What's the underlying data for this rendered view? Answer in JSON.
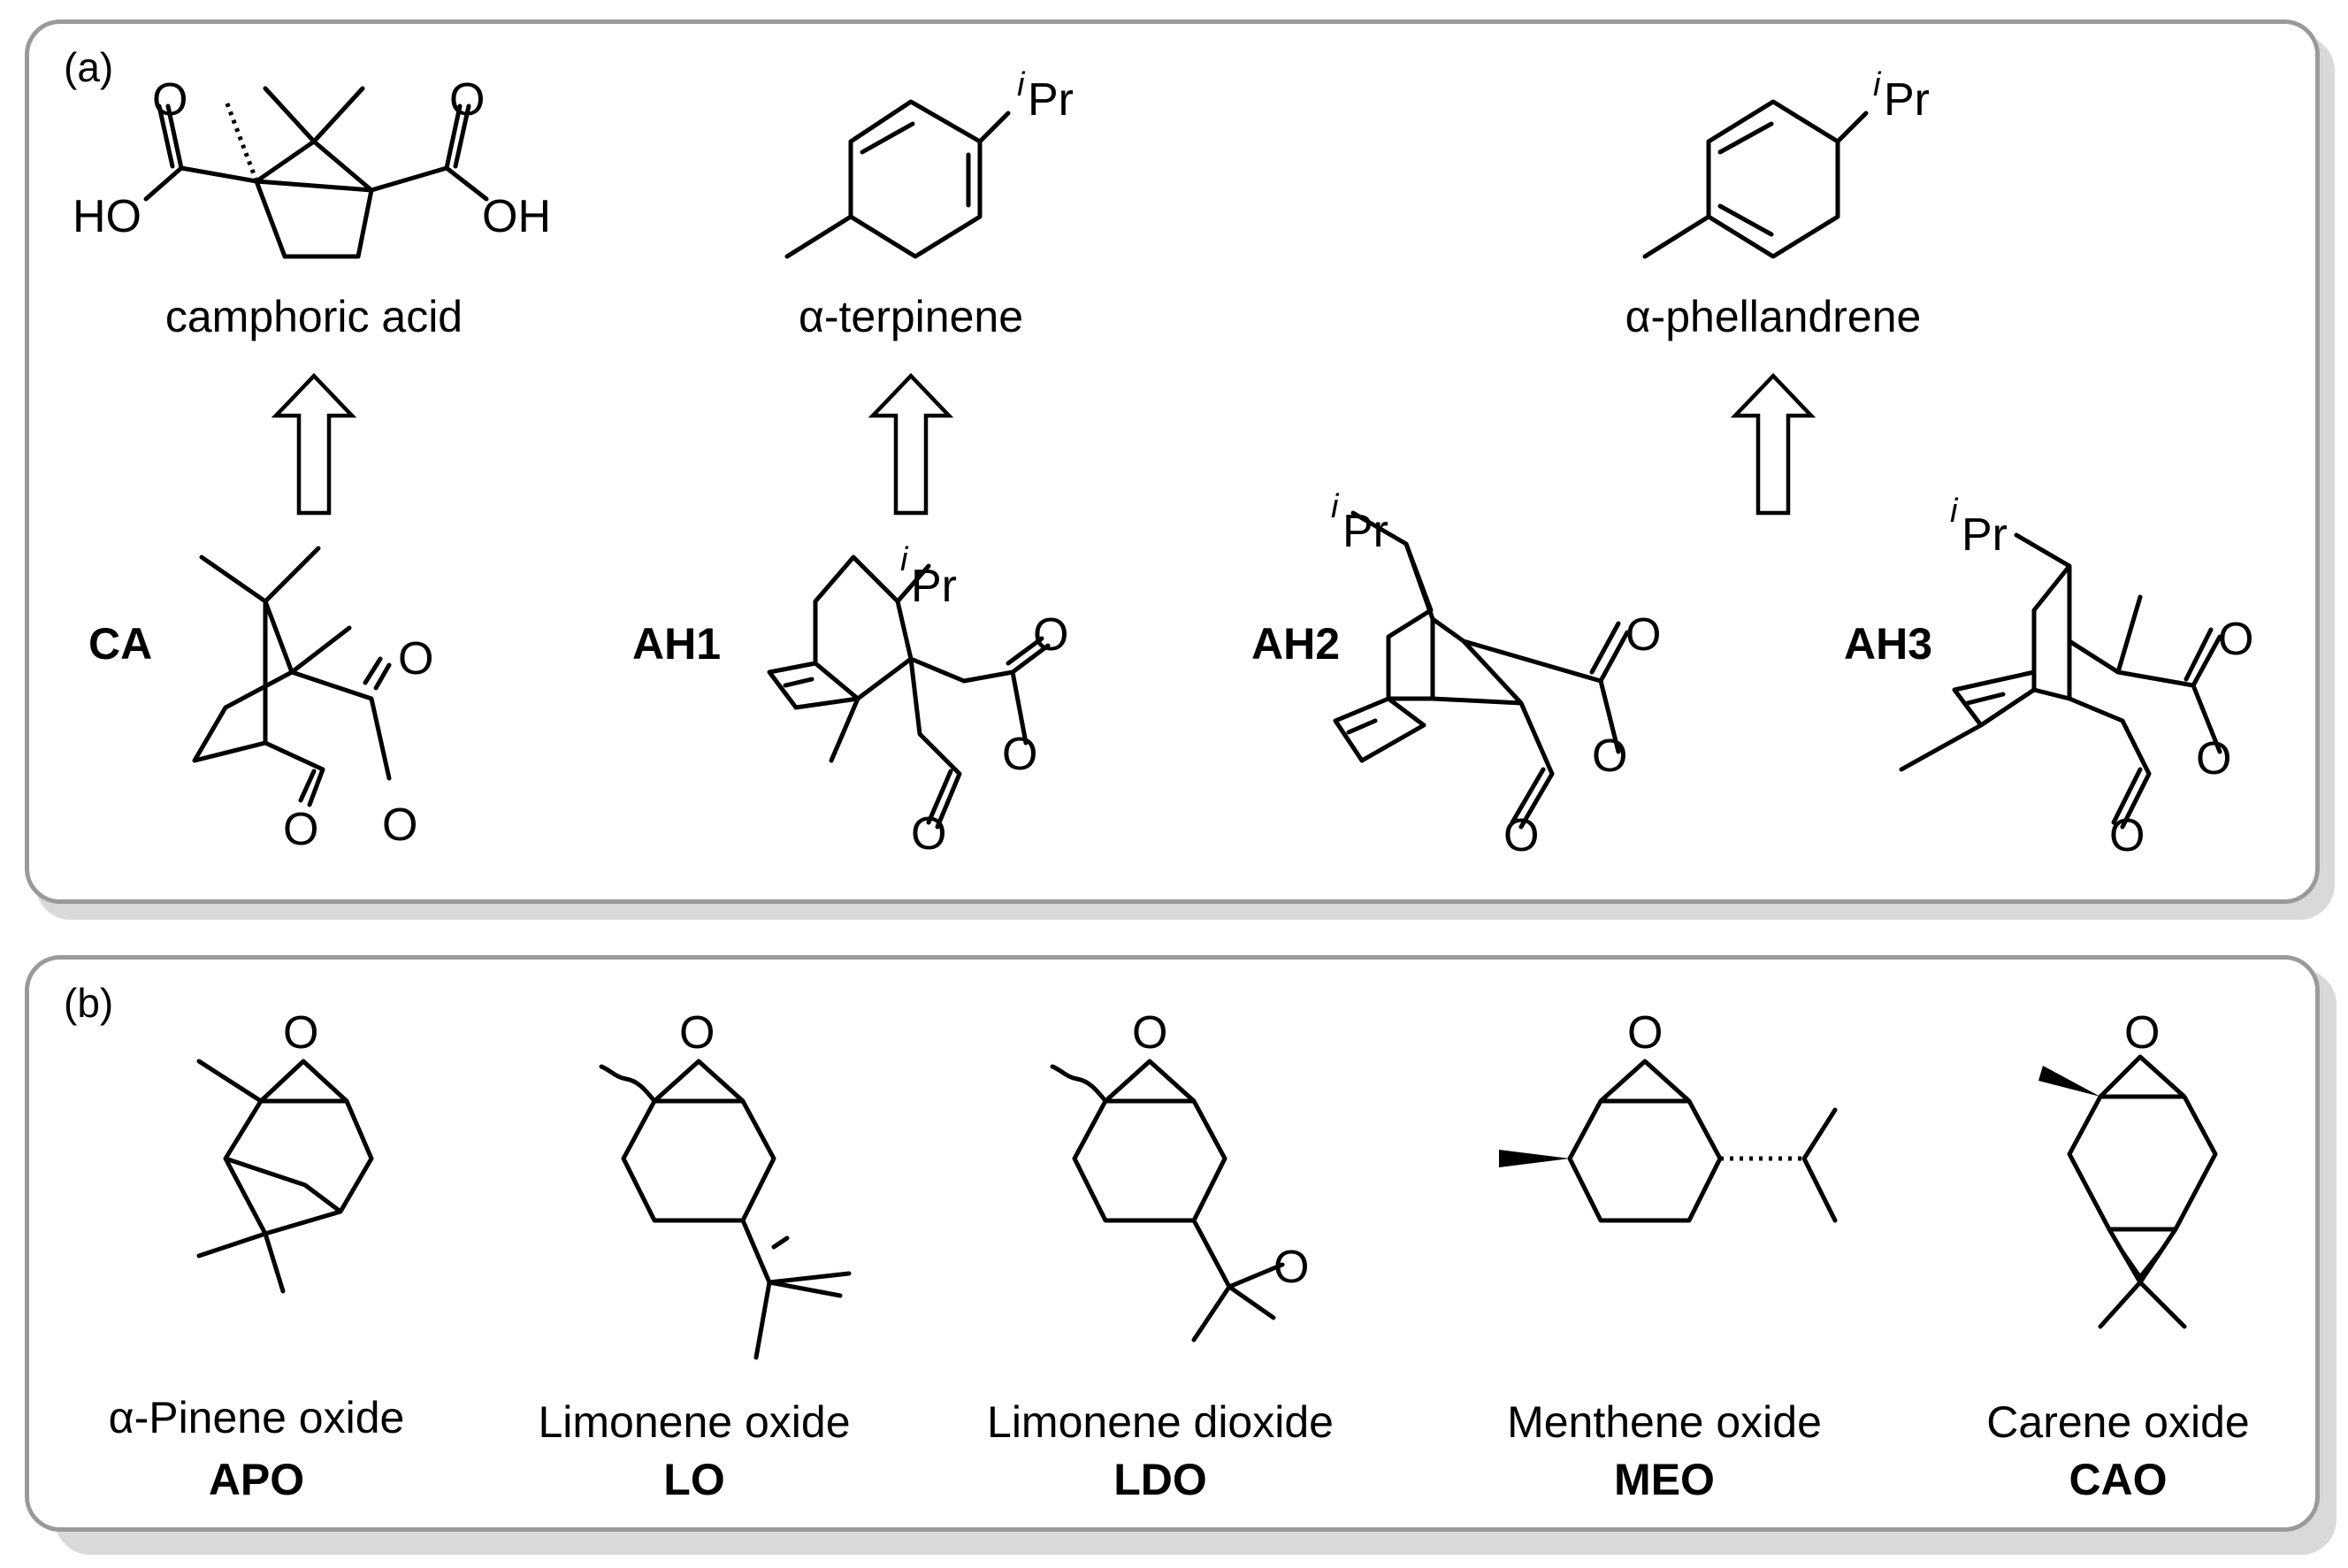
{
  "panels": {
    "a": {
      "tag": "(a)",
      "products": [
        {
          "name": "camphoric acid"
        },
        {
          "name": "α-terpinene"
        },
        {
          "name": "α-phellandrene"
        }
      ],
      "precursors": [
        {
          "code": "CA"
        },
        {
          "code": "AH1"
        },
        {
          "code": "AH2"
        },
        {
          "code": "AH3"
        }
      ]
    },
    "b": {
      "tag": "(b)",
      "epoxides": [
        {
          "name": "α-Pinene oxide",
          "code": "APO"
        },
        {
          "name": "Limonene oxide",
          "code": "LO"
        },
        {
          "name": "Limonene dioxide",
          "code": "LDO"
        },
        {
          "name": "Menthene oxide",
          "code": "MEO"
        },
        {
          "name": "Carene oxide",
          "code": "CAO"
        }
      ]
    }
  },
  "atoms": {
    "O": "O",
    "HO": "HO",
    "OH": "OH",
    "iPr_sup": "i",
    "iPr_main": "Pr"
  },
  "colors": {
    "panel_border": "#9a9a9a",
    "panel_shadow": "#d9d9d9",
    "ink": "#000000"
  }
}
